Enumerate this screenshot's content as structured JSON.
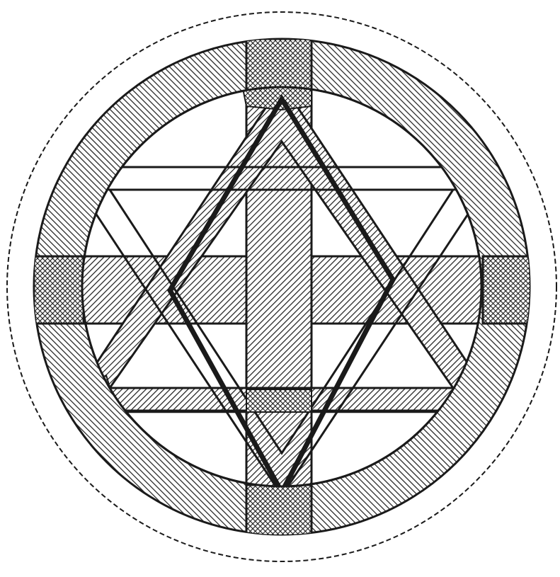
{
  "figure": {
    "kind": "geometric-emblem",
    "colors": {
      "ink": "#1a1a1a",
      "paper": "#ffffff"
    },
    "elements": [
      "dashed-outer-circle",
      "hatched-ring",
      "hatched-cross",
      "horizontal-bands",
      "hexagram",
      "rhombus"
    ]
  }
}
